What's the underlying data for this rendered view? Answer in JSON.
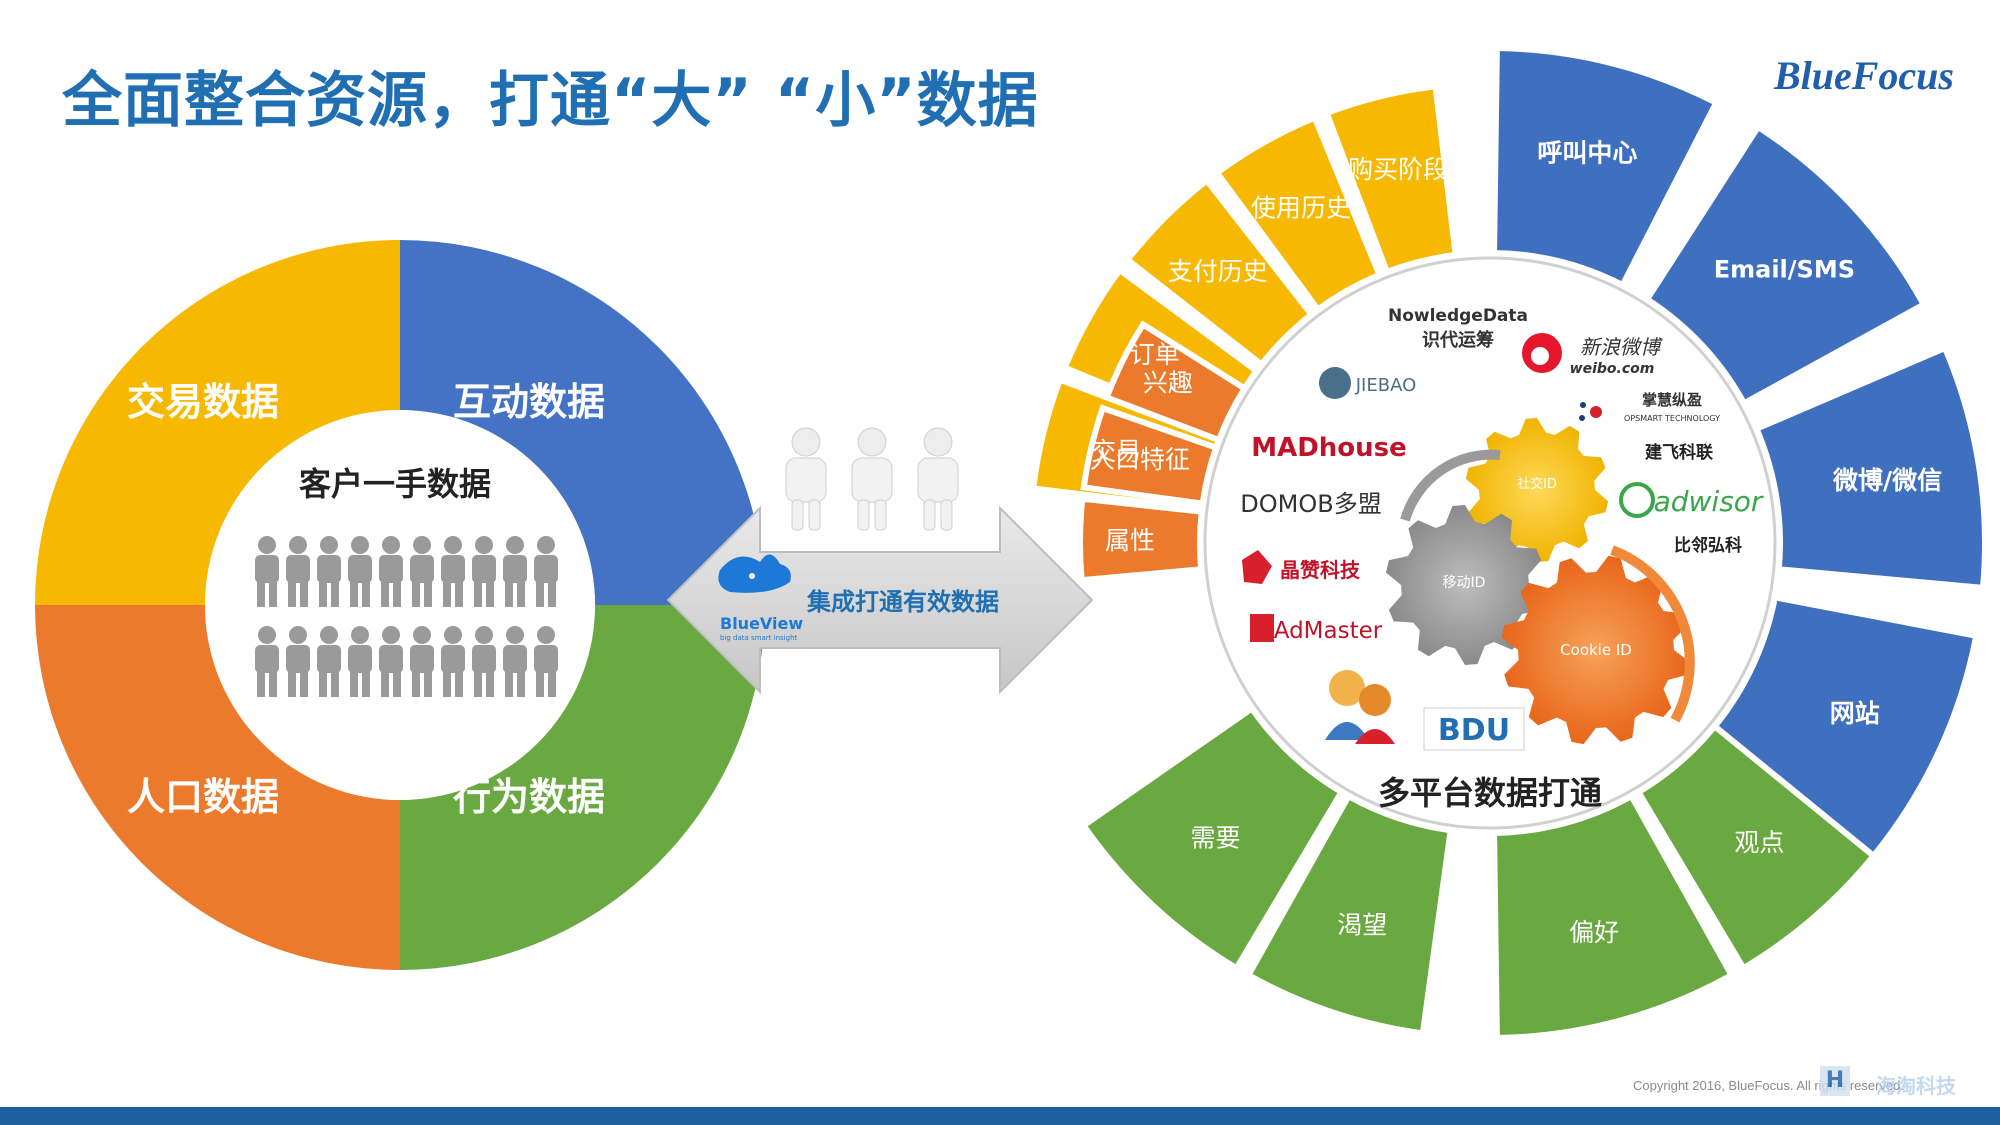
{
  "page": {
    "title": "全面整合资源，打通“大” “小”数据",
    "brand": "BlueFocus",
    "copyright": "Copyright 2016, BlueFocus. All rights reserved.",
    "watermark": "海淘科技"
  },
  "left_donut": {
    "center_label": "客户一手数据",
    "quadrants": [
      {
        "label": "互动数据",
        "color": "#4472c4"
      },
      {
        "label": "行为数据",
        "color": "#6aa842"
      },
      {
        "label": "人口数据",
        "color": "#ec7a2c"
      },
      {
        "label": "交易数据",
        "color": "#f6b800"
      }
    ],
    "people_icon": "person-icon"
  },
  "arrow": {
    "label": "集成打通有效数据",
    "logo_text": "BlueView",
    "logo_sub": "big data smart insight",
    "logo_icon": "whale-icon"
  },
  "wheel": {
    "center_label": "多平台数据打通",
    "yellow": [
      "购买阶段",
      "使用历史",
      "支付历史",
      "订单",
      "交易"
    ],
    "orange": [
      "属性",
      "人口特征",
      "兴趣"
    ],
    "green": [
      "需要",
      "渴望",
      "偏好",
      "观点"
    ],
    "blue": [
      "呼叫中心",
      "Email/SMS",
      "微博/微信",
      "网站"
    ],
    "colors": {
      "yellow": "#f6b800",
      "orange": "#ec7a2c",
      "green": "#6aa842",
      "blue": "#3f6fbf"
    },
    "partners": [
      "NowledgeData",
      "识代运筹",
      "新浪微博",
      "weibo.com",
      "JIEBAO",
      "掌慧纵盈",
      "OPSMART TECHNOLOGY",
      "建飞科联",
      "MADhouse",
      "DOMOB多盟",
      "adwisor",
      "比邻弘科",
      "晶赞科技",
      "AdMaster",
      "BDU"
    ],
    "gears": [
      "社交ID",
      "移动ID",
      "Cookie ID"
    ]
  }
}
